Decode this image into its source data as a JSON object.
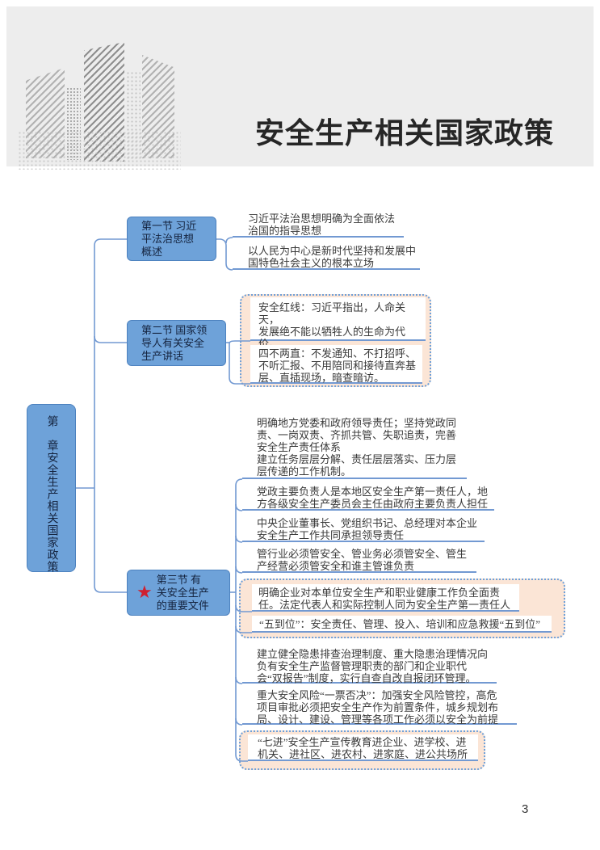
{
  "page": {
    "title": "安全生产相关国家政策",
    "page_number": "3"
  },
  "icons": {
    "star_glyph": "★"
  },
  "colors": {
    "header_bg": "#ededed",
    "node_fill": "#6ea2d9",
    "node_border": "#4d82bf",
    "connector": "#7299d2",
    "underline": "#7299d2",
    "highlight_fill": "#fbe5d6",
    "highlight_border": "#6fa0d8",
    "star": "#cf1f2f"
  },
  "mindmap": {
    "root": {
      "label": "第　章安全生产相关国家政策"
    },
    "branches": [
      {
        "label": "第一节 习近\n平法治思想\n概述",
        "children": [
          {
            "text": "习近平法治思想明确为全面依法\n治国的指导思想"
          },
          {
            "text": "以人民为中心是新时代坚持和发展中\n国特色社会主义的根本立场"
          }
        ]
      },
      {
        "label": "第二节 国家领\n导人有关安全\n生产讲话",
        "children": [
          {
            "text": "安全红线：习近平指出，人命关天，\n发展绝不能以牺牲人的生命为代价。\n这必须作为一条不可逾越的红线。"
          },
          {
            "text": "四不两直：不发通知、不打招呼、\n不听汇报、不用陪同和接待直奔基\n层、直插现场，暗查暗访。"
          }
        ]
      },
      {
        "label": "第三节 有\n关安全生产\n的重要文件",
        "marker": "star-icon",
        "children": [
          {
            "text": "明确地方党委和政府领导责任；坚持党政同\n责、一岗双责、齐抓共管、失职追责，完善\n安全生产责任体系\n建立任务层层分解、责任层层落实、压力层\n层传递的工作机制。"
          },
          {
            "text": "党政主要负责人是本地区安全生产第一责任人，地\n方各级安全生产委员会主任由政府主要负责人担任"
          },
          {
            "text": "中央企业董事长、党组织书记、总经理对本企业\n安全生产工作共同承担领导责任"
          },
          {
            "text": "管行业必须管安全、管业务必须管安全、管生\n产经营必须管安全和谁主管谁负责"
          },
          {
            "text": "明确企业对本单位安全生产和职业健康工作负全面责\n任。法定代表人和实际控制人同为安全生产第一责任人"
          },
          {
            "text": "“五到位”：安全责任、管理、投入、培训和应急救援“五到位”"
          },
          {
            "text": "建立健全隐患排查治理制度、重大隐患治理情况向\n负有安全生产监督管理职责的部门和企业职代\n会“双报告”制度，实行自查自改自报闭环管理。"
          },
          {
            "text": "重大安全风险“一票否决”：加强安全风险管控，高危\n项目审批必须把安全生产作为前置条件，城乡规划布\n局、设计、建设、管理等各项工作必须以安全为前提"
          },
          {
            "text": "“七进”安全生产宣传教育进企业、进学校、进\n机关、进社区、进农村、进家庭、进公共场所"
          }
        ]
      }
    ]
  }
}
